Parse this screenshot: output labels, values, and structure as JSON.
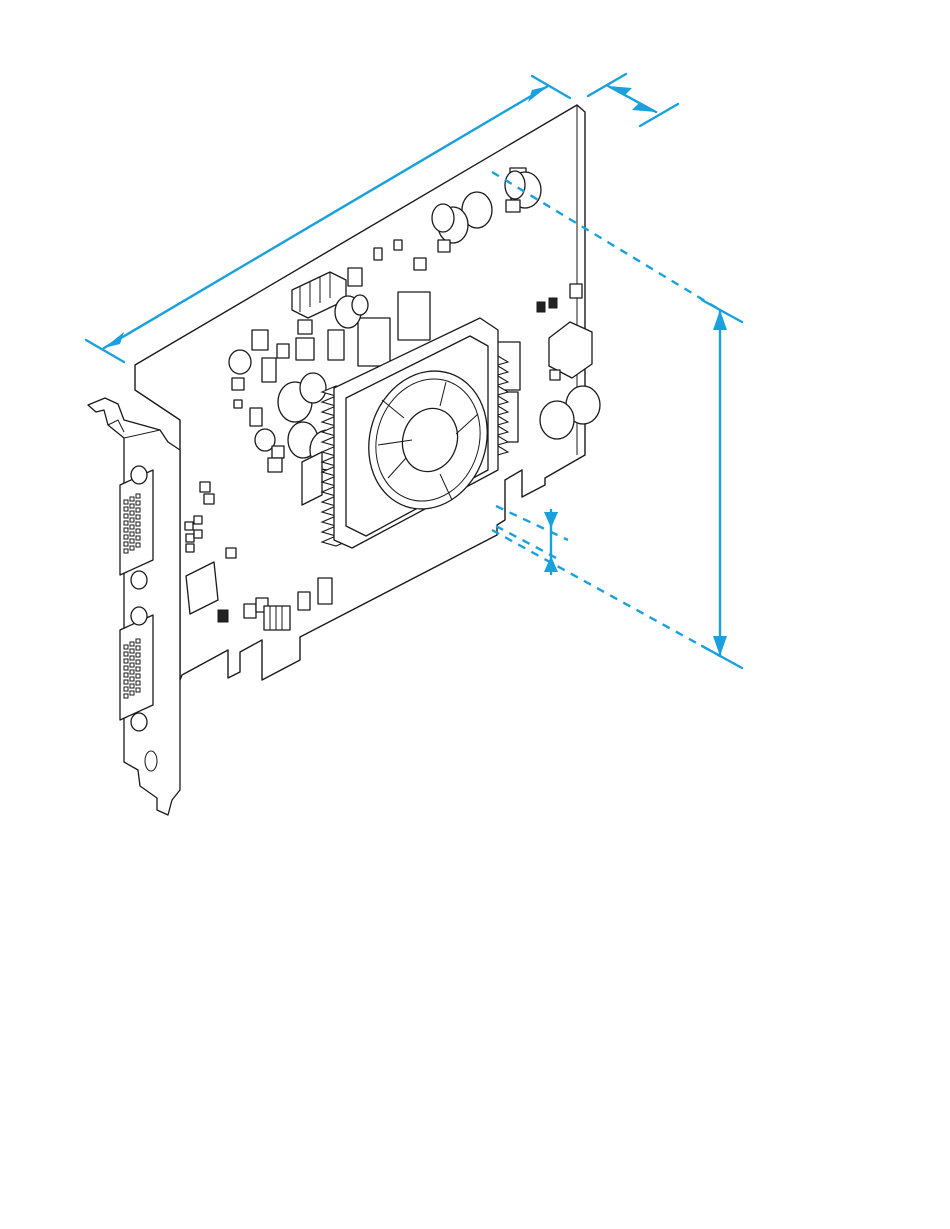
{
  "figure": {
    "subject": "graphics-card-line-drawing",
    "connectors": [
      "dvi-connector",
      "dvi-connector"
    ],
    "dimension_arrows": [
      "card-length",
      "card-thickness",
      "card-height",
      "pcb-notch-offset"
    ],
    "colors": {
      "ink": "#1a1a1a",
      "dimension": "#1aa0dc",
      "paper": "#ffffff"
    }
  }
}
